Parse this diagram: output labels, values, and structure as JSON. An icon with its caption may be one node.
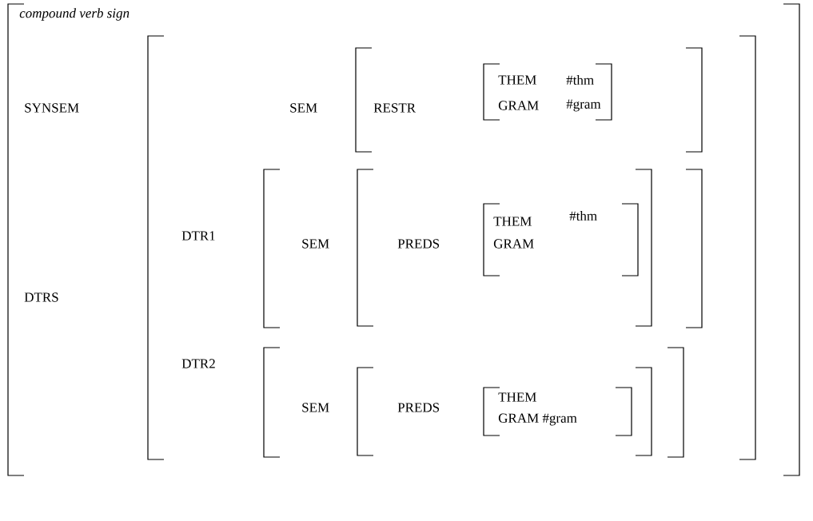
{
  "diagram": {
    "nodes": [
      {
        "text": [
          "*compound verb sign*",
          "SYNSEM",
          "DTRS"
        ]
      },
      {
        "text": [
          "SEM",
          "DTR1",
          "DTR2"
        ],
        "in": 0
      },
      {
        "text": [
          "RESTR"
        ],
        "in": 1
      },
      {
        "text": [
          "THEM",
          "#thm",
          "GRAM",
          "#gram"
        ],
        "in": 2
      },
      {
        "text": [
          "SEM"
        ],
        "in": 1
      },
      {
        "text": [
          "PREDS"
        ],
        "in": 4
      },
      {
        "text": [
          "THEM",
          "#thm",
          "GRAM"
        ],
        "in": 5
      },
      {
        "text": [
          "SEM"
        ],
        "in": 1
      },
      {
        "text": [
          "PREDS"
        ],
        "in": 7
      },
      {
        "text": [
          "THEM",
          "GRAM #gram"
        ],
        "in": 8
      }
    ]
  }
}
